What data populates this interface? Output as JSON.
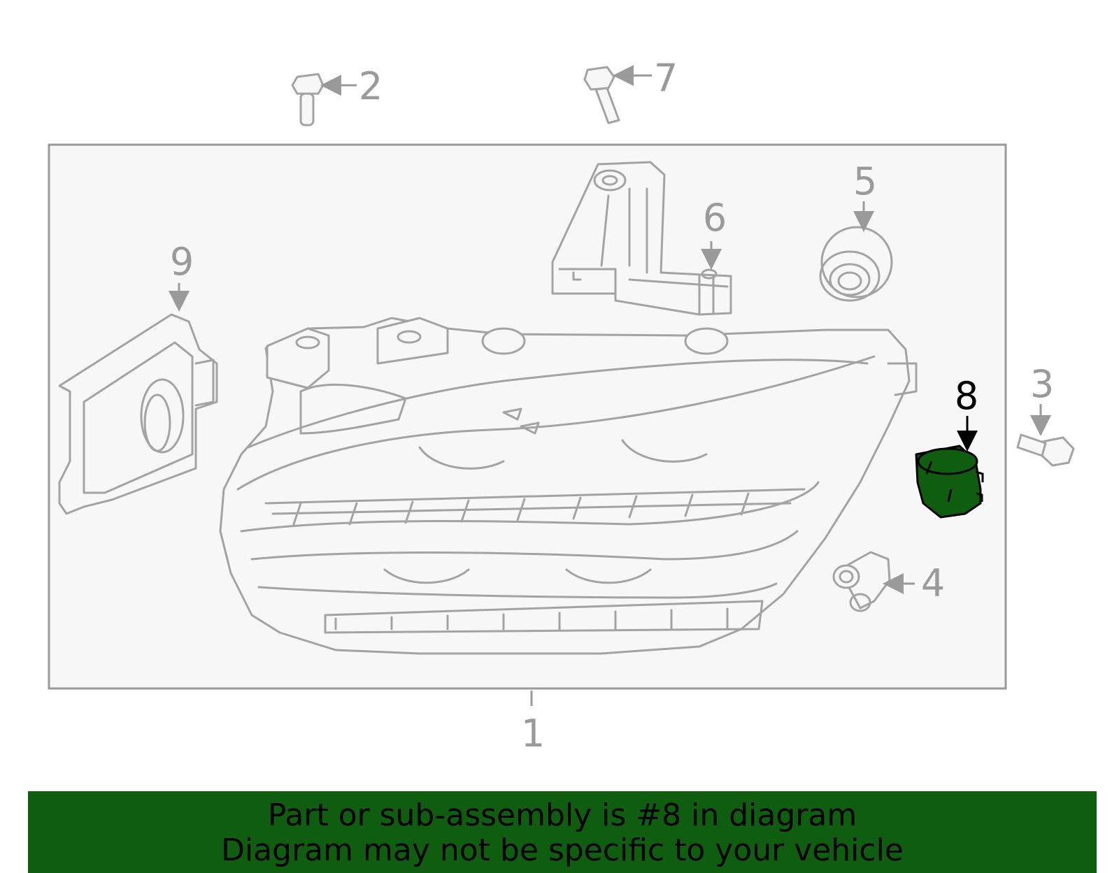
{
  "callouts": [
    "1",
    "2",
    "3",
    "4",
    "5",
    "6",
    "7",
    "8",
    "9"
  ],
  "highlight": "8",
  "banner": {
    "line1": "Part or sub-assembly is #8 in diagram",
    "line2": "Diagram may not be specific to your vehicle"
  },
  "colors": {
    "highlight_part": "#0f5d0f",
    "banner_bg": "#0f5d0f",
    "line_art": "#a3a3a3",
    "callout_text": "#9a9a9a"
  }
}
